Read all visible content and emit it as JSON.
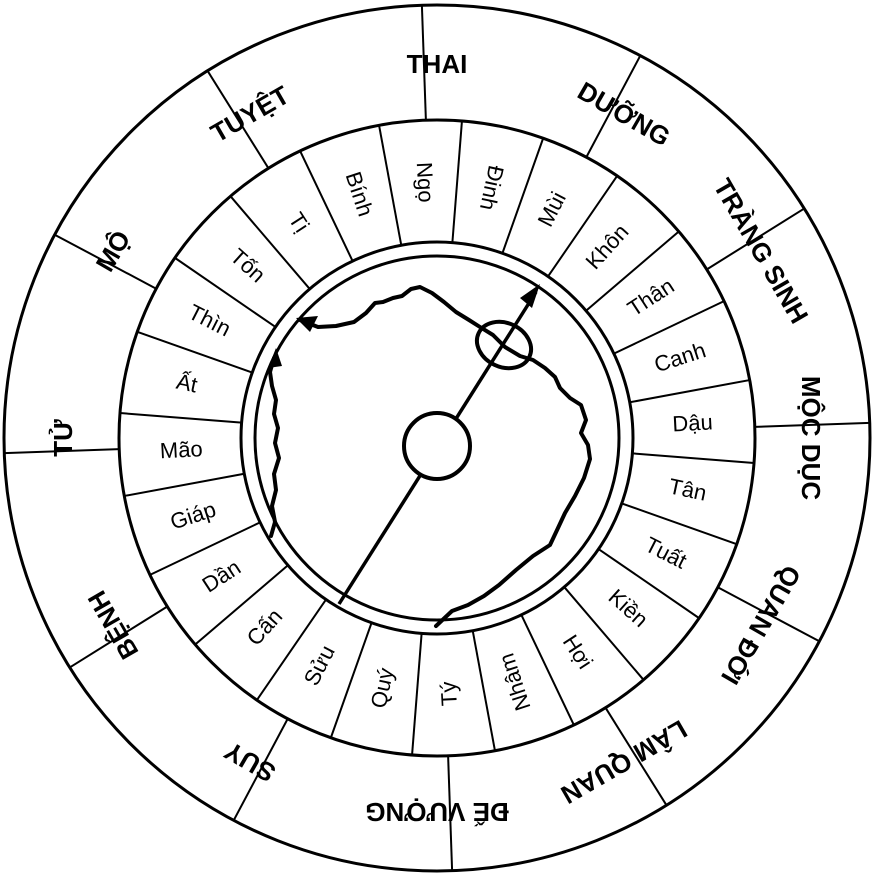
{
  "diagram": {
    "stages": [
      "THAI",
      "DƯỠNG",
      "TRÀNG SINH",
      "MỘC DỤC",
      "QUAN ĐỚI",
      "LÂM QUAN",
      "ĐẾ VƯỢNG",
      "SUY",
      "BỆNH",
      "TỬ",
      "MỘ",
      "TUYỆT"
    ],
    "directions": [
      "Ngọ",
      "Đinh",
      "Mùi",
      "Khôn",
      "Thân",
      "Canh",
      "Dậu",
      "Tân",
      "Tuất",
      "Kiền",
      "Hợi",
      "Nhâm",
      "Tý",
      "Quý",
      "Sửu",
      "Cấn",
      "Dần",
      "Giáp",
      "Mão",
      "Ất",
      "Thìn",
      "Tốn",
      "Tị",
      "Bính"
    ]
  }
}
